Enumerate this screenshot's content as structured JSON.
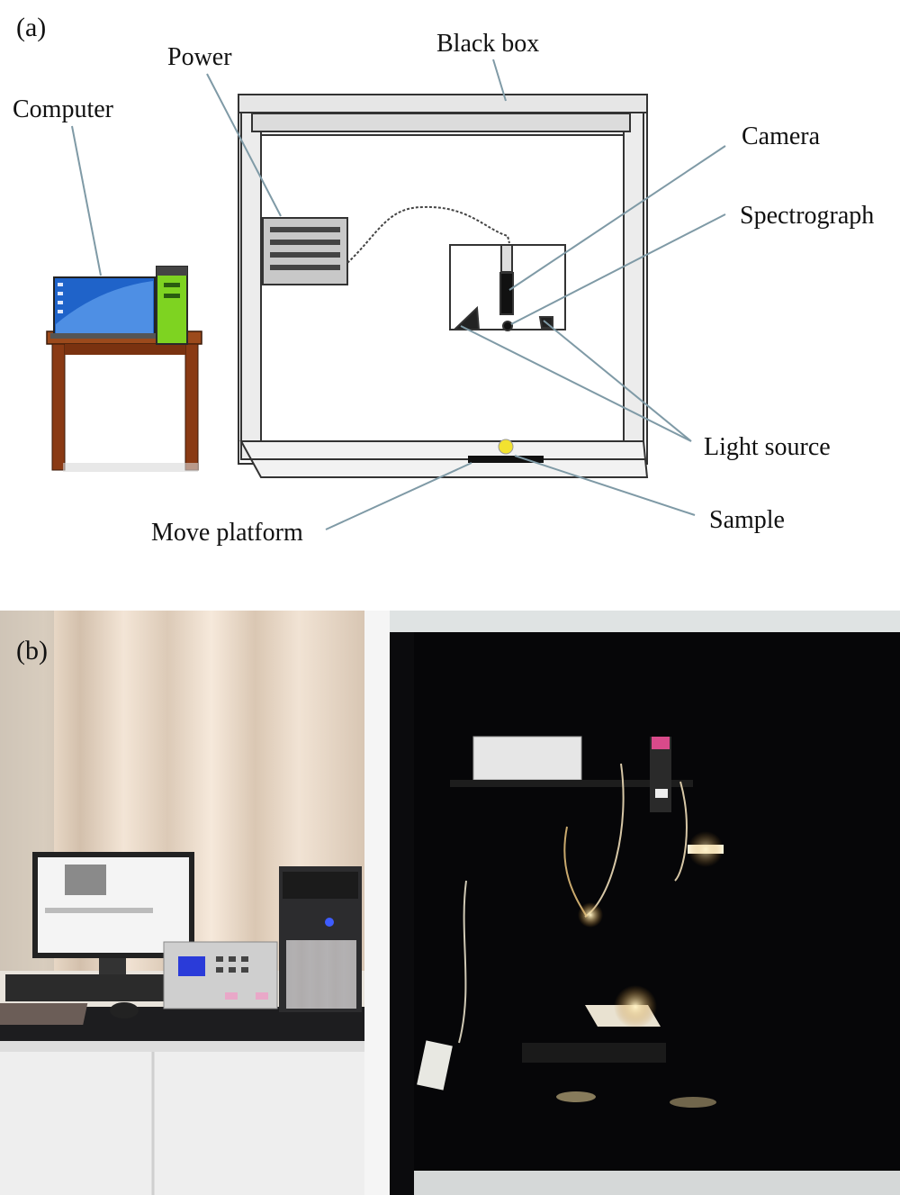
{
  "panel_a": {
    "tag": "(a)",
    "labels": {
      "computer": "Computer",
      "power": "Power",
      "black_box": "Black box",
      "camera": "Camera",
      "spectrograph": "Spectrograph",
      "light_source": "Light source",
      "sample": "Sample",
      "move_platform": "Move platform"
    }
  },
  "panel_b": {
    "tag": "(b)"
  },
  "colors": {
    "line": "#7f9aa6",
    "screen_blue": "#1f63c9",
    "tower_green": "#7ed321",
    "table_wood": "#8a3a14",
    "sample_yellow": "#f2e230",
    "darkroom": "#0b0b0d"
  }
}
